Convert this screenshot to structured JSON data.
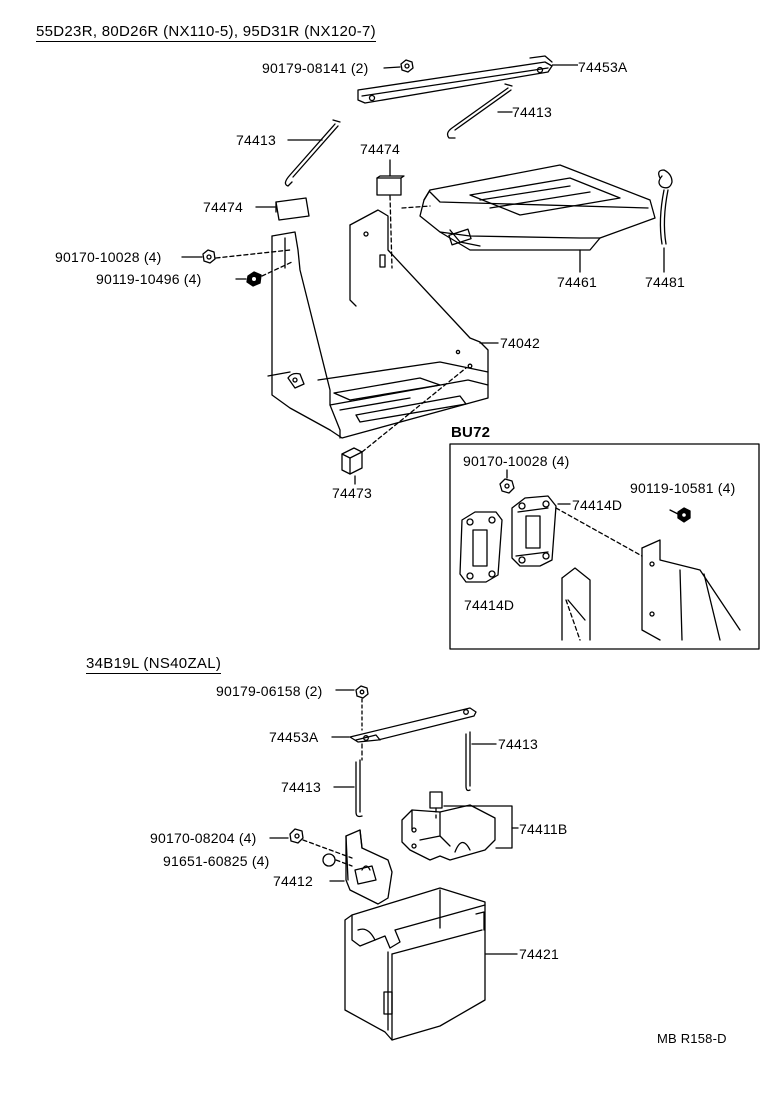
{
  "section_top": {
    "title": "55D23R, 80D26R (NX110-5), 95D31R (NX120-7)",
    "labels": {
      "nut_top": "90179-08141 (2)",
      "clamp_top": "74453A",
      "rod_right": "74413",
      "rod_left": "74413",
      "cushion_mid": "74474",
      "cushion_left": "74474",
      "nut_left": "90170-10028 (4)",
      "bolt_left": "90119-10496 (4)",
      "cover": "74461",
      "hose": "74481",
      "tray": "74042",
      "stopper": "74473"
    }
  },
  "inset": {
    "title": "BU72",
    "labels": {
      "nut": "90170-10028 (4)",
      "bolt": "90119-10581 (4)",
      "bracket_right": "74414D",
      "bracket_left": "74414D"
    }
  },
  "section_bottom": {
    "title": "34B19L (NS40ZAL)",
    "labels": {
      "nut_top": "90179-06158 (2)",
      "clamp": "74453A",
      "rod_right": "74413",
      "rod_left": "74413",
      "carrier": "74411B",
      "nut_left": "90170-08204 (4)",
      "bolt_left": "91651-60825 (4)",
      "holder": "74412",
      "box": "74421"
    }
  },
  "footer": {
    "code": "MB R158-D"
  }
}
